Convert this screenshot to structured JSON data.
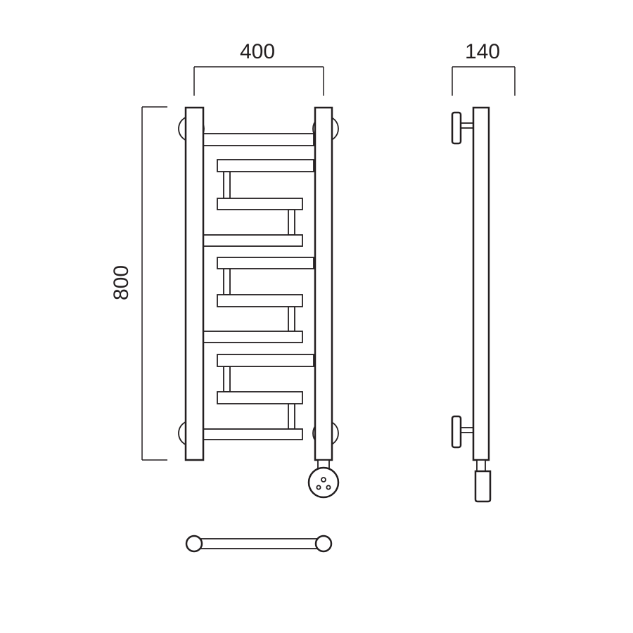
{
  "dimensions": {
    "width_label": "400",
    "depth_label": "140",
    "height_label": "800"
  },
  "colors": {
    "line": "#231f20",
    "background": "#ffffff"
  }
}
